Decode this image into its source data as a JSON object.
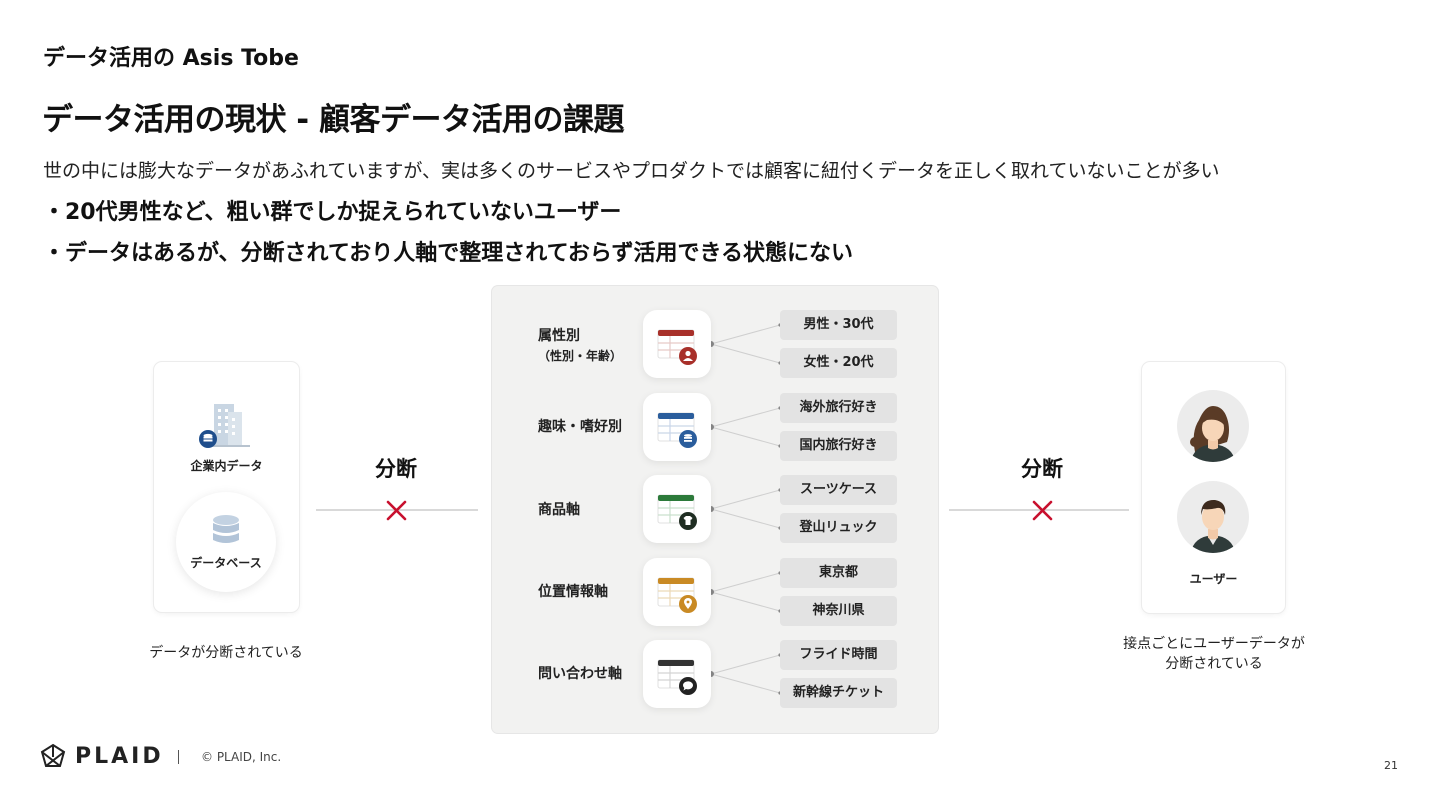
{
  "header": {
    "kicker": "データ活用の Asis Tobe",
    "title": "データ活用の現状 - 顧客データ活用の課題",
    "lead": "世の中には膨大なデータがあふれていますが、実は多くのサービスやプロダクトでは顧客に紐付くデータを正しく取れていないことが多い",
    "bullets": [
      "・20代男性など、粗い群でしか捉えられていないユーザー",
      "・データはあるが、分断されており人軸で整理されておらず活用できる状態にない"
    ]
  },
  "left": {
    "company_label": "企業内データ",
    "db_label": "データベース",
    "caption": "データが分断されている"
  },
  "split_label": "分断",
  "center": {
    "rows": [
      {
        "label_line1": "属性別",
        "label_line2": "（性別・年齢）",
        "icon": "table-person-icon",
        "color": "#a8302a",
        "chips": [
          "男性・30代",
          "女性・20代"
        ]
      },
      {
        "label_line1": "趣味・嗜好別",
        "label_line2": "",
        "icon": "table-database-icon",
        "color": "#2a5d9c",
        "chips": [
          "海外旅行好き",
          "国内旅行好き"
        ]
      },
      {
        "label_line1": "商品軸",
        "label_line2": "",
        "icon": "table-shirt-icon",
        "color": "#2c7a3a",
        "chips": [
          "スーツケース",
          "登山リュック"
        ]
      },
      {
        "label_line1": "位置情報軸",
        "label_line2": "",
        "icon": "table-location-icon",
        "color": "#c98a24",
        "chips": [
          "東京都",
          "神奈川県"
        ]
      },
      {
        "label_line1": "問い合わせ軸",
        "label_line2": "",
        "icon": "table-chat-icon",
        "color": "#333333",
        "chips": [
          "フライド時間",
          "新幹線チケット"
        ]
      }
    ]
  },
  "right": {
    "user_label": "ユーザー",
    "caption_line1": "接点ごとにユーザーデータが",
    "caption_line2": "分断されている"
  },
  "footer": {
    "brand": "PLAID",
    "copyright": "© PLAID, Inc.",
    "page": "21"
  },
  "colors": {
    "x_mark": "#c8102e",
    "line": "#d9d9d9",
    "panel": "#f2f2f1",
    "chip": "#e3e3e3"
  }
}
